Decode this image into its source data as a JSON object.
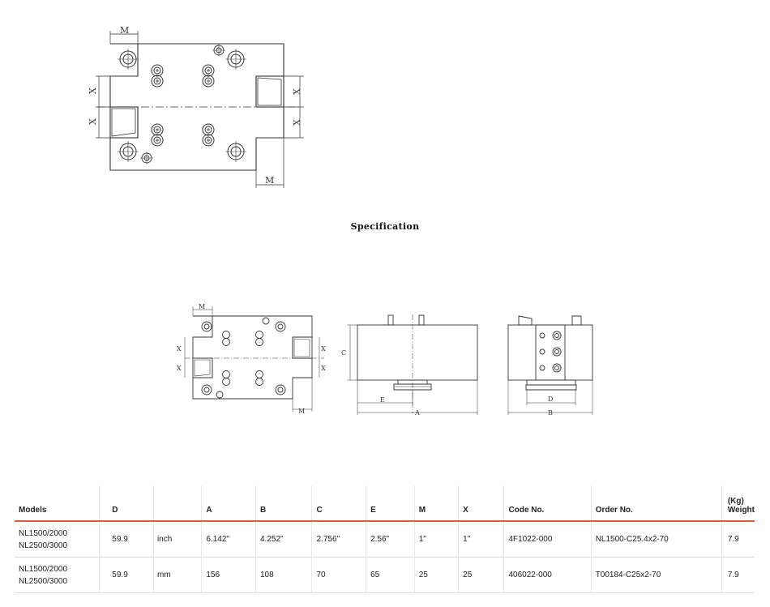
{
  "drawing_labels": {
    "m": "M",
    "x": "X",
    "a": "A",
    "b": "B",
    "c": "C",
    "d": "D",
    "e": "E"
  },
  "heading": "Specification",
  "table": {
    "headers": {
      "models": "Models",
      "d": "D",
      "unit": "",
      "a": "A",
      "b": "B",
      "c": "C",
      "e": "E",
      "m": "M",
      "x": "X",
      "code": "Code No.",
      "order": "Order No.",
      "weight_line1": "(Kg)",
      "weight_line2": "Weight"
    },
    "rows": [
      {
        "model_line1": "NL1500/2000",
        "model_line2": "NL2500/3000",
        "d": "59.9",
        "unit": "inch",
        "a": "6.142\"",
        "b": "4.252\"",
        "c": "2.756\"",
        "e": "2.56\"",
        "m": "1\"",
        "x": "1\"",
        "code": "4F1022-000",
        "order": "NL1500-C25.4x2-70",
        "weight": "7.9"
      },
      {
        "model_line1": "NL1500/2000",
        "model_line2": "NL2500/3000",
        "d": "59.9",
        "unit": "mm",
        "a": "156",
        "b": "108",
        "c": "70",
        "e": "65",
        "m": "25",
        "x": "25",
        "code": "406022-000",
        "order": "T00184-C25x2-70",
        "weight": "7.9"
      }
    ]
  },
  "colors": {
    "header_rule": "#d8613d",
    "line": "#333333"
  }
}
